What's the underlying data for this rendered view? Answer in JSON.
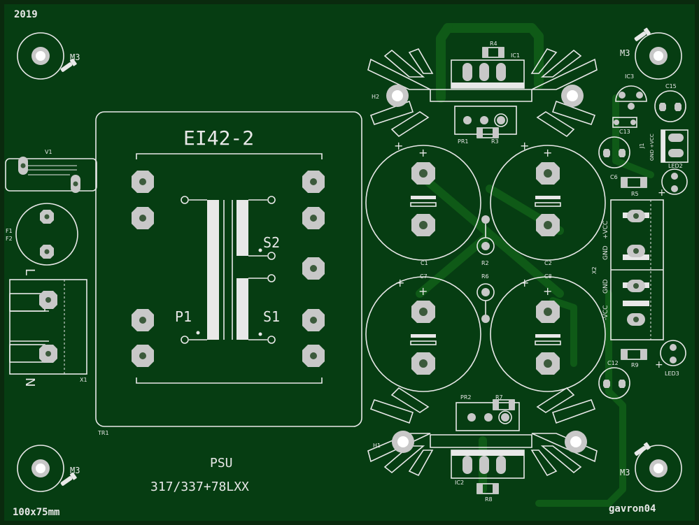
{
  "board": {
    "year": "2019",
    "size": "100x75mm",
    "author": "gavron04",
    "title": "PSU",
    "subtitle": "317/337+78LXX",
    "colors": {
      "pcb": "#063d12",
      "edge": "#0a2a0e",
      "silk": "#e8e8e8",
      "pad": "#c8c8c8"
    }
  },
  "transformer": {
    "ref": "TR1",
    "type": "EI42-2",
    "primary": "P1",
    "sec1": "S1",
    "sec2": "S2"
  },
  "mounting": {
    "mh": "M3",
    "h1": "H1",
    "h2": "H2"
  },
  "connectors": {
    "x1": "X1",
    "l": "L",
    "n": "N",
    "x2": "X2",
    "gnd1": "GND",
    "vcc_p": "+VCC",
    "gnd2": "GND",
    "vcc_n": "-VCC",
    "j1": "J1",
    "j1_pins": "GND +VCC"
  },
  "parts": {
    "v1": "V1",
    "f1": "F1",
    "f2": "F2",
    "ic1": "IC1",
    "ic2": "IC2",
    "ic3": "IC3",
    "r2": "R2",
    "r3": "R3",
    "r4": "R4",
    "r5": "R5",
    "r6": "R6",
    "r7": "R7",
    "r8": "R8",
    "r9": "R9",
    "pr1": "PR1",
    "pr2": "PR2",
    "c1": "C1",
    "c2": "C2",
    "c6": "C6",
    "c7": "C7",
    "c8": "C8",
    "c12": "C12",
    "c13": "C13",
    "c15": "C15",
    "led2": "LED2",
    "led3": "LED3",
    "plus": "+",
    "minus": "-"
  }
}
